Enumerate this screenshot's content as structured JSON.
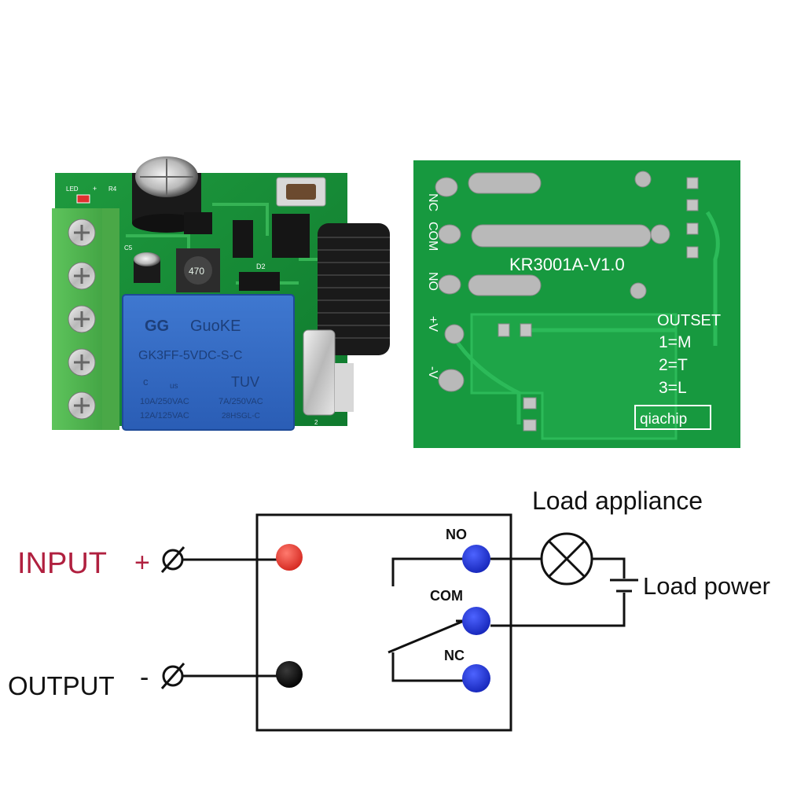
{
  "front_board": {
    "relay": {
      "brand": "GuoKE",
      "model": "GK3FF-5VDC-S-C",
      "rating_1": "10A/250VAC",
      "rating_2": "7A/250VAC",
      "rating_3": "12A/125VAC",
      "rating_4": "28HSGL-C",
      "cert": "TUV",
      "cert_prefix": "c",
      "cert_suffix": "us",
      "brand_mark": "GG"
    },
    "inductor_code": "470",
    "diode_label": "D2",
    "cap_label": "C5",
    "led_label": "LED",
    "board_marks": [
      "R4",
      "+"
    ],
    "corner_mark": "2"
  },
  "back_board": {
    "pins": [
      "NC",
      "COM",
      "NO",
      "+V",
      "-V"
    ],
    "model": "KR3001A-V1.0",
    "outset_title": "OUTSET",
    "outset_modes": [
      "1=M",
      "2=T",
      "3=L"
    ],
    "brand": "qiachip"
  },
  "diagram": {
    "input_label": "INPUT",
    "input_terminal": "+",
    "output_label": "OUTPUT",
    "output_terminal": "-",
    "no_label": "NO",
    "com_label": "COM",
    "nc_label": "NC",
    "load_appliance": "Load appliance",
    "load_power": "Load power",
    "colors": {
      "input_dot": "#e0332b",
      "output_dot": "#0a0a0a",
      "terminal_dot": "#1f35d6",
      "input_text": "#b0203f"
    }
  }
}
